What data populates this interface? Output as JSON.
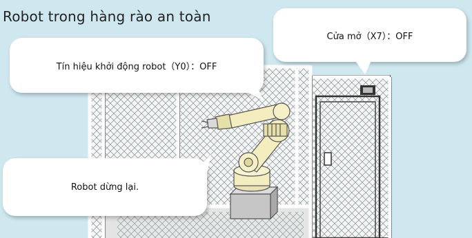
{
  "title": "Robot trong hàng rào an toàn",
  "callouts": {
    "door": "Cửa mở（X7）：OFF",
    "start_signal": "Tín hiệu khởi động robot（Y0）：OFF",
    "robot_state": "Robot dừng lại."
  },
  "colors": {
    "background": "#cfe8ef",
    "fence_frame": "#ffffff",
    "mesh": "#b9b9b9",
    "robot_body": "#f3edc0",
    "robot_base": "#c6c6c6"
  }
}
